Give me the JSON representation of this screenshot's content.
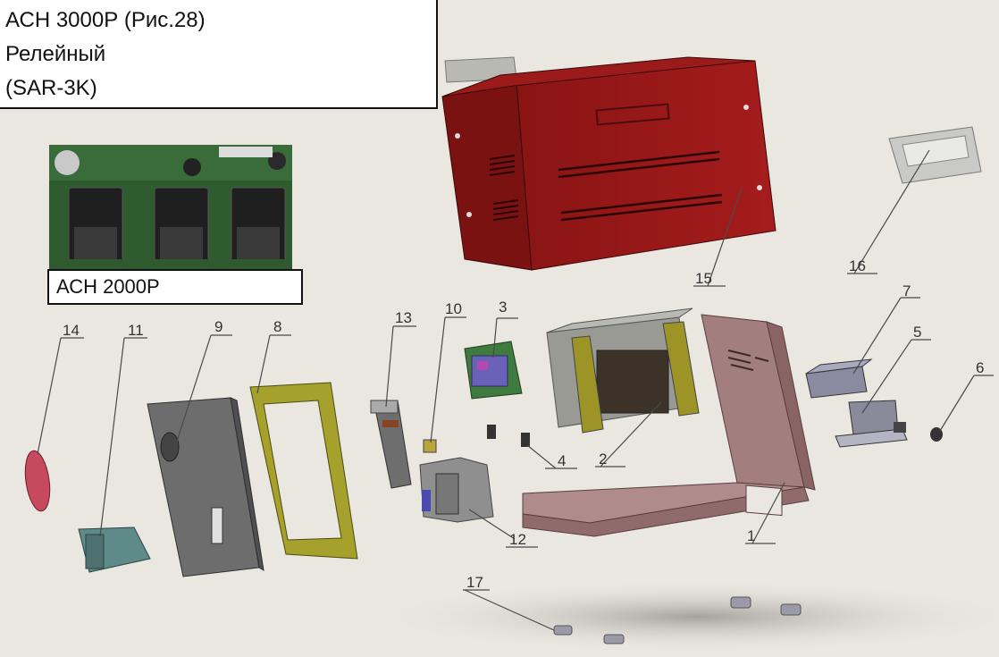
{
  "header": {
    "line1": "АСН 3000Р (Рис.28)",
    "line2": "Релейный",
    "line3": "(SAR-3K)"
  },
  "inset": {
    "label": "АСН 2000Р"
  },
  "callouts": [
    "1",
    "2",
    "3",
    "4",
    "5",
    "6",
    "7",
    "8",
    "9",
    "10",
    "11",
    "12",
    "13",
    "14",
    "15",
    "16",
    "17"
  ],
  "colors": {
    "background": "#e9e7df",
    "cover_red": "#8e1515",
    "chassis_mauve": "#a37e7e",
    "panel_gray": "#6d6d6d",
    "frame_olive": "#a6a02c",
    "transformer_gray": "#9a9a94"
  }
}
